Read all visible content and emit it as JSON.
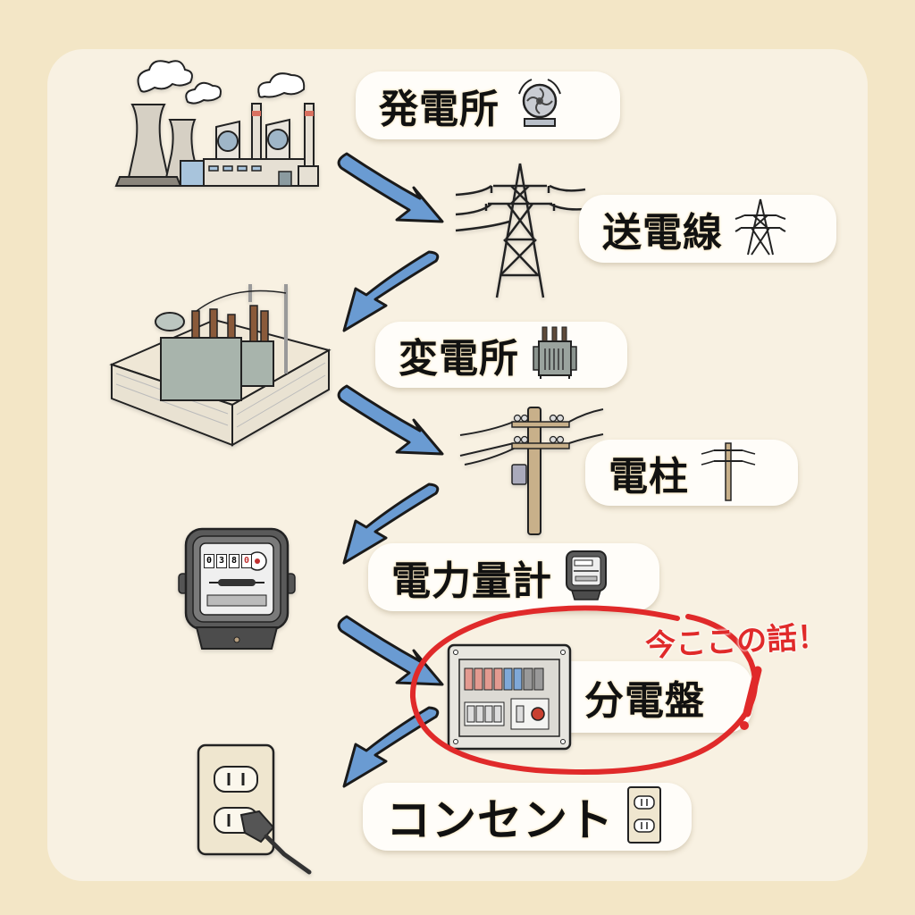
{
  "title": "電気の流れ",
  "steps": [
    {
      "id": "power-plant",
      "label": "発電所",
      "icon": "power-plant-icon",
      "mini_icon": "turbine-fan-icon"
    },
    {
      "id": "transmission-line",
      "label": "送電線",
      "icon": "transmission-tower-icon",
      "mini_icon": "transmission-tower-icon"
    },
    {
      "id": "substation",
      "label": "変電所",
      "icon": "substation-icon",
      "mini_icon": "transformer-icon"
    },
    {
      "id": "utility-pole",
      "label": "電柱",
      "icon": "utility-pole-icon",
      "mini_icon": "utility-pole-icon"
    },
    {
      "id": "electric-meter",
      "label": "電力量計",
      "icon": "electric-meter-icon",
      "mini_icon": "electric-meter-icon"
    },
    {
      "id": "distribution-board",
      "label": "分電盤",
      "icon": "distribution-board-icon",
      "mini_icon": null,
      "highlighted": true
    },
    {
      "id": "outlet",
      "label": "コンセント",
      "icon": "wall-outlet-icon",
      "mini_icon": "wall-outlet-icon"
    }
  ],
  "meter_reading": [
    "0",
    "3",
    "8",
    "0"
  ],
  "callout": {
    "text": "今ここの話！"
  },
  "colors": {
    "background": "#f3e6c6",
    "card": "#f8f1e2",
    "arrow": "#6a9bd2",
    "highlight": "#e02a2a",
    "label_text": "#111111"
  }
}
